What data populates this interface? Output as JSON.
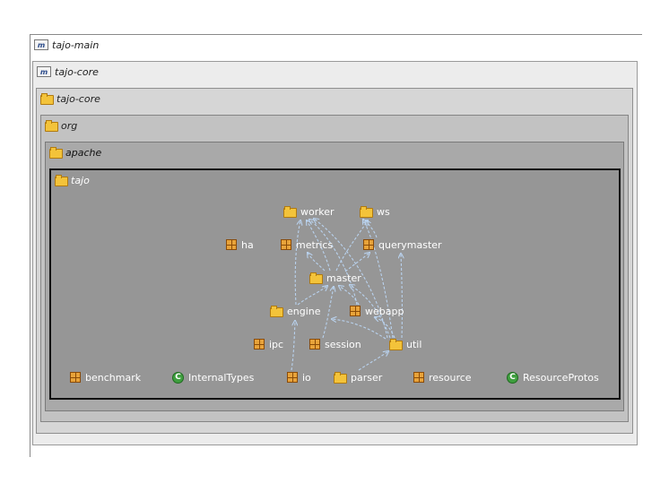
{
  "containers": [
    {
      "label": "tajo-main",
      "icon": "project-icon"
    },
    {
      "label": "tajo-core",
      "icon": "project-icon"
    },
    {
      "label": "tajo-core",
      "icon": "source-folder-icon"
    },
    {
      "label": "org",
      "icon": "folder-icon"
    },
    {
      "label": "apache",
      "icon": "folder-icon"
    },
    {
      "label": "tajo",
      "icon": "folder-icon"
    }
  ],
  "nodes": {
    "worker": "worker",
    "ws": "ws",
    "ha": "ha",
    "metrics": "metrics",
    "querymaster": "querymaster",
    "master": "master",
    "engine": "engine",
    "webapp": "webapp",
    "ipc": "ipc",
    "session": "session",
    "util": "util",
    "benchmark": "benchmark",
    "InternalTypes": "InternalTypes",
    "io": "io",
    "parser": "parser",
    "resource": "resource",
    "ResourceProtos": "ResourceProtos"
  },
  "colors": {
    "tajo_bg": "#969696",
    "apache_bg": "#a9a9a9",
    "org_bg": "#c2c2c2",
    "src_bg": "#d6d6d6",
    "core_bg": "#e9e9e9",
    "dependency_arrow": "#b9d2ee"
  }
}
